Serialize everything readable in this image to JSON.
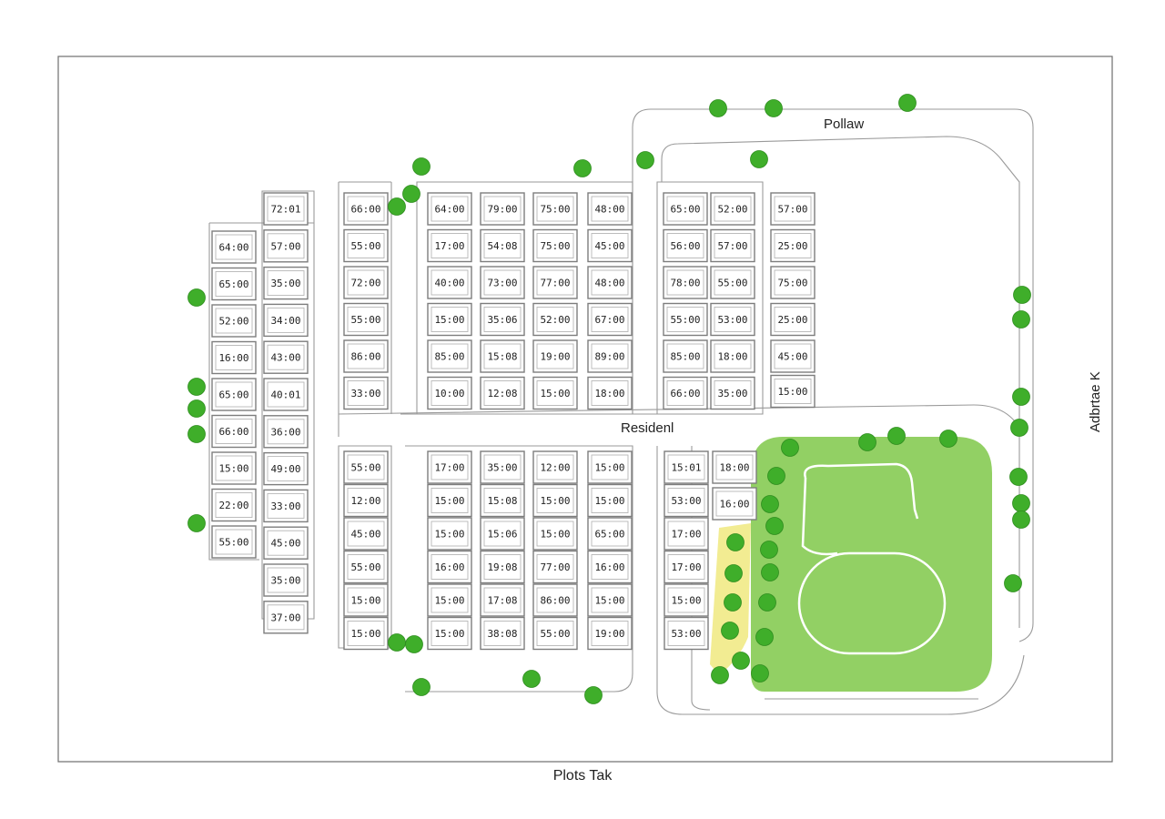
{
  "map": {
    "caption": "Plots Tak",
    "labels": {
      "top_road": "Pollaw",
      "middle_road": "Residenl",
      "right_road": "Adbrtae K"
    },
    "colors": {
      "park": "#8ccd5c",
      "tree": "#3fae2a",
      "sand": "#f2ec92",
      "road_line": "#9a9a9a",
      "plot_border": "#7d7d7d",
      "frame": "#6f6f6f"
    }
  },
  "plots": {
    "col_a": [
      "64:00",
      "65:00",
      "52:00",
      "16:00",
      "65:00",
      "66:00",
      "15:00",
      "22:00",
      "55:00"
    ],
    "col_b": [
      "72:01",
      "57:00",
      "35:00",
      "34:00",
      "43:00",
      "40:01",
      "36:00",
      "49:00",
      "33:00",
      "45:00",
      "35:00",
      "37:00"
    ],
    "col_c_top": [
      "66:00",
      "55:00",
      "72:00",
      "55:00",
      "86:00",
      "33:00"
    ],
    "col_c_bottom": [
      "55:00",
      "12:00",
      "45:00",
      "55:00",
      "15:00",
      "15:00"
    ],
    "block_top": [
      [
        "64:00",
        "79:00",
        "75:00",
        "48:00"
      ],
      [
        "17:00",
        "54:08",
        "75:00",
        "45:00"
      ],
      [
        "40:00",
        "73:00",
        "77:00",
        "48:00"
      ],
      [
        "15:00",
        "35:06",
        "52:00",
        "67:00"
      ],
      [
        "85:00",
        "15:08",
        "19:00",
        "89:00"
      ],
      [
        "10:00",
        "12:08",
        "15:00",
        "18:00"
      ]
    ],
    "block_bottom": [
      [
        "17:00",
        "35:00",
        "12:00",
        "15:00"
      ],
      [
        "15:00",
        "15:08",
        "15:00",
        "15:00"
      ],
      [
        "15:00",
        "15:06",
        "15:00",
        "65:00"
      ],
      [
        "16:00",
        "19:08",
        "77:00",
        "16:00"
      ],
      [
        "15:00",
        "17:08",
        "86:00",
        "15:00"
      ],
      [
        "15:00",
        "38:08",
        "55:00",
        "19:00"
      ]
    ],
    "block_right_top": [
      [
        "65:00",
        "52:00"
      ],
      [
        "56:00",
        "57:00"
      ],
      [
        "78:00",
        "55:00"
      ],
      [
        "55:00",
        "53:00"
      ],
      [
        "85:00",
        "18:00"
      ],
      [
        "66:00",
        "35:00"
      ]
    ],
    "col_right_top": [
      "57:00",
      "25:00",
      "75:00",
      "25:00",
      "45:00",
      "15:00"
    ],
    "block_right_bottom_left": [
      "15:01",
      "53:00",
      "17:00",
      "17:00",
      "15:00",
      "53:00"
    ],
    "block_right_bottom_right": [
      "18:00",
      "16:00"
    ]
  }
}
